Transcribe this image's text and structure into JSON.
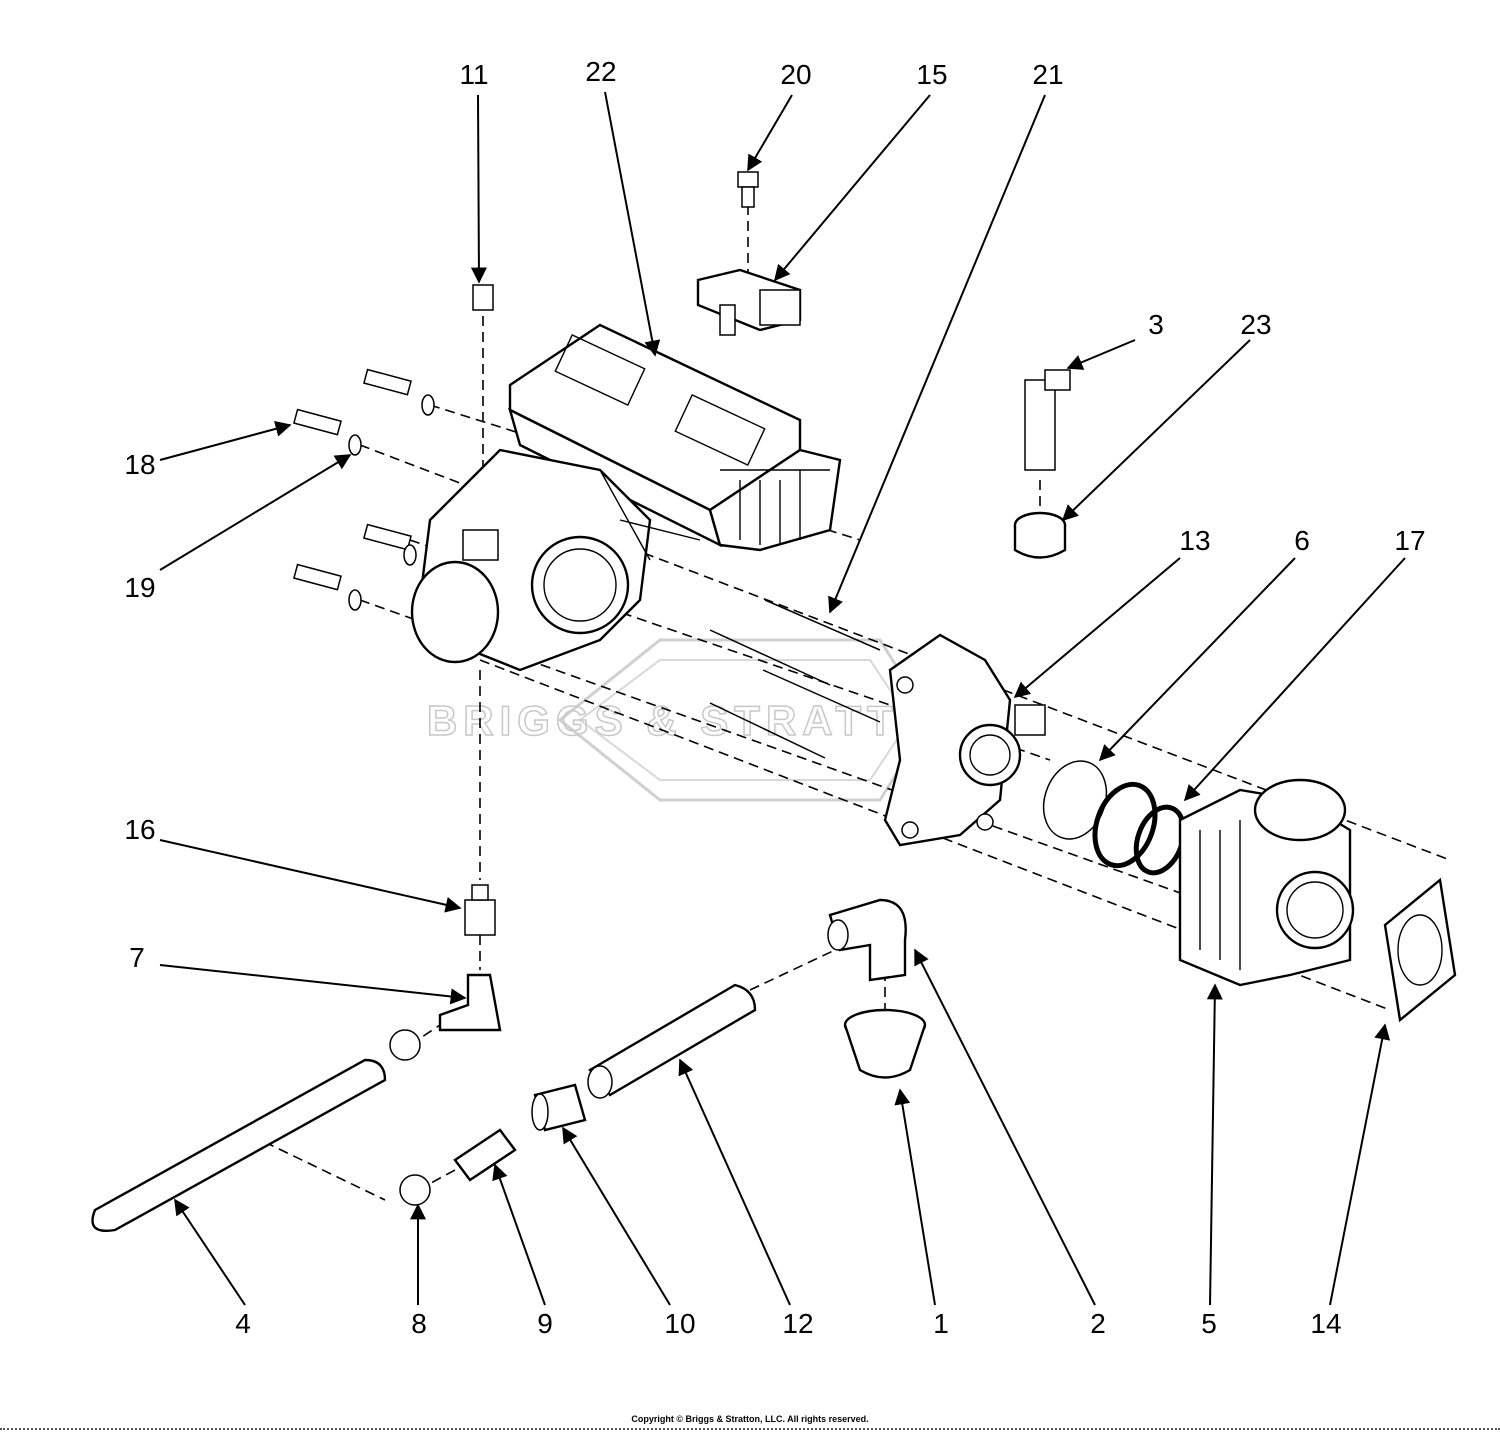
{
  "callouts": [
    {
      "id": "1",
      "label": "1"
    },
    {
      "id": "2",
      "label": "2"
    },
    {
      "id": "3",
      "label": "3"
    },
    {
      "id": "4",
      "label": "4"
    },
    {
      "id": "5",
      "label": "5"
    },
    {
      "id": "6",
      "label": "6"
    },
    {
      "id": "7",
      "label": "7"
    },
    {
      "id": "8",
      "label": "8"
    },
    {
      "id": "9",
      "label": "9"
    },
    {
      "id": "10",
      "label": "10"
    },
    {
      "id": "11",
      "label": "11"
    },
    {
      "id": "12",
      "label": "12"
    },
    {
      "id": "13",
      "label": "13"
    },
    {
      "id": "14",
      "label": "14"
    },
    {
      "id": "15",
      "label": "15"
    },
    {
      "id": "16",
      "label": "16"
    },
    {
      "id": "17",
      "label": "17"
    },
    {
      "id": "18",
      "label": "18"
    },
    {
      "id": "19",
      "label": "19"
    },
    {
      "id": "20",
      "label": "20"
    },
    {
      "id": "21",
      "label": "21"
    },
    {
      "id": "22",
      "label": "22"
    },
    {
      "id": "23",
      "label": "23"
    }
  ],
  "watermark": "BRIGGS & STRATTON",
  "footer": {
    "copyright": "Copyright © Briggs & Stratton, LLC. All rights reserved."
  },
  "colors": {
    "ink": "#000000",
    "background": "#ffffff",
    "watermark": "#c8c8c8"
  }
}
